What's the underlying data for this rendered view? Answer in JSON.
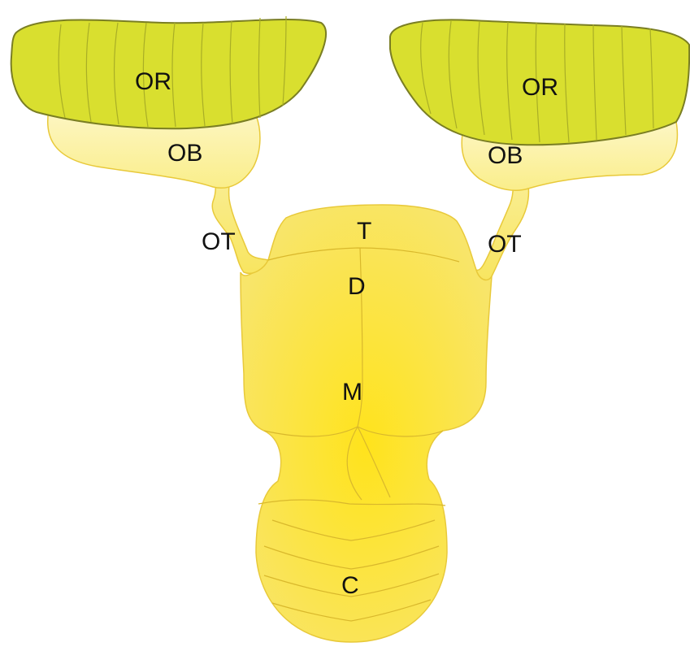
{
  "labels": {
    "optic_retina_left": "OR",
    "optic_retina_right": "OR",
    "optic_bulb_left": "OB",
    "optic_bulb_right": "OB",
    "optic_tract_left": "OT",
    "optic_tract_right": "OT",
    "telencephalon": "T",
    "deutocerebrum": "D",
    "midbrain": "M",
    "cerebellum": "C"
  },
  "colors": {
    "retina_fill": "#D9DF2F",
    "retina_stripe": "#9AA020",
    "retina_shadow": "#7A7E23",
    "bulb_fill": "#FBF2A0",
    "brain_fill": "#F8E355",
    "brain_center": "#FFE31C",
    "outline": "#E8C93A",
    "seam": "#D9B82C",
    "label_text": "#111111"
  }
}
